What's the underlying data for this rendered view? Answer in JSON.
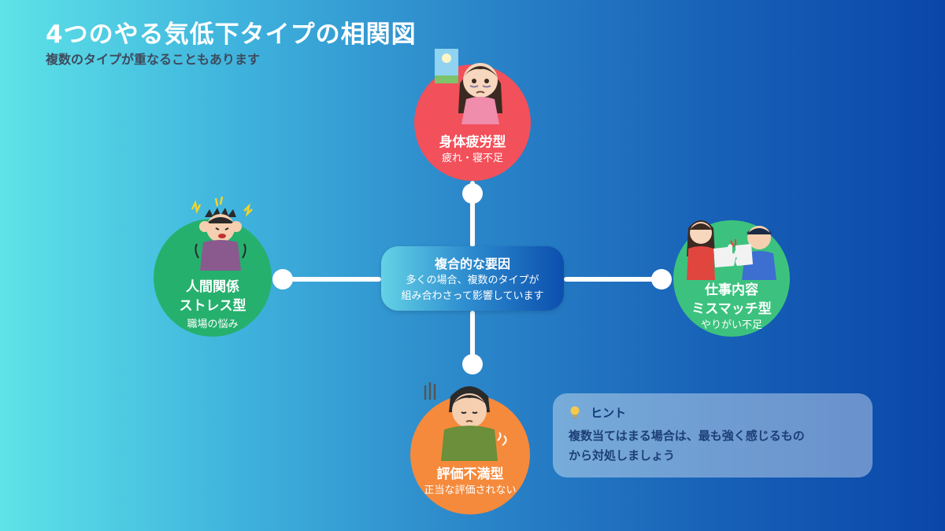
{
  "title": "4つのやる気低下タイプの相関図",
  "subtitle": "複数のタイプが重なることもあります",
  "center": {
    "title": "複合的な要因",
    "desc_line1": "多くの場合、複数のタイプが",
    "desc_line2": "組み合わさって影響しています"
  },
  "nodes": {
    "top": {
      "title": "身体疲労型",
      "sub": "疲れ・寝不足",
      "color": "#f2505a"
    },
    "left": {
      "title_line1": "人間関係",
      "title_line2": "ストレス型",
      "sub": "職場の悩み",
      "color": "#26b06e"
    },
    "right": {
      "title_line1": "仕事内容",
      "title_line2": "ミスマッチ型",
      "sub": "やりがい不足",
      "color": "#3cc27e"
    },
    "bottom": {
      "title": "評価不満型",
      "sub": "正当な評価されない",
      "color": "#f58a3c"
    }
  },
  "hint": {
    "icon": "lightbulb-icon",
    "title": "ヒント",
    "line1": "複数当てはまる場合は、最も強く感じるもの",
    "line2": "から対処しましょう"
  }
}
